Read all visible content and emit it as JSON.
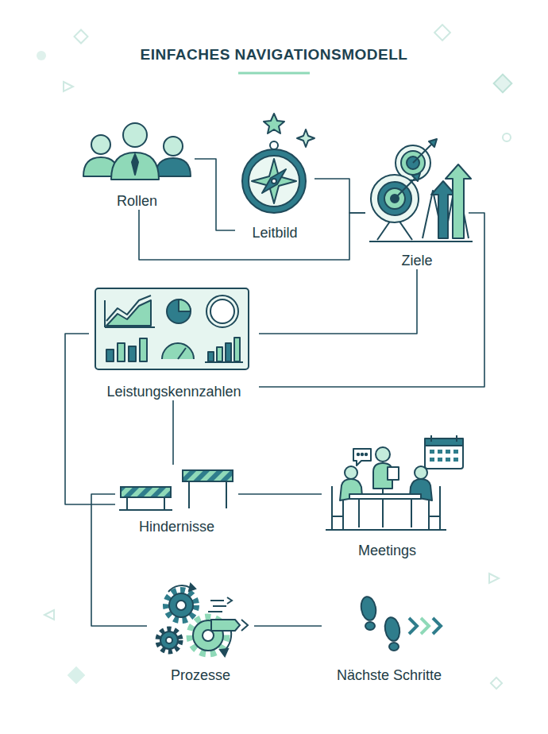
{
  "diagram": {
    "title": "EINFACHES NAVIGATIONSMODELL",
    "nodes": [
      {
        "text": [
          "Rollen"
        ]
      },
      {
        "text": [
          "Leitbild"
        ]
      },
      {
        "text": [
          "Ziele"
        ]
      },
      {
        "text": [
          "Leistungskennzahlen"
        ]
      },
      {
        "text": [
          "Hindernisse"
        ]
      },
      {
        "text": [
          "Meetings"
        ]
      },
      {
        "text": [
          "Prozesse"
        ]
      },
      {
        "text": [
          "Nächste Schritte"
        ]
      }
    ],
    "edges": [
      {
        "from": 0,
        "to": 1,
        "arrow": "none"
      },
      {
        "from": 0,
        "to": 2,
        "arrow": "none"
      },
      {
        "from": 1,
        "to": 2,
        "arrow": "none"
      },
      {
        "from": 2,
        "to": 3,
        "arrow": "none"
      },
      {
        "from": 2,
        "to": 3,
        "arrow": "none"
      },
      {
        "from": 3,
        "to": 4,
        "arrow": "none"
      },
      {
        "from": 3,
        "to": 4,
        "arrow": "none"
      },
      {
        "from": 4,
        "to": 5,
        "arrow": "none"
      },
      {
        "from": 4,
        "to": 6,
        "arrow": "none"
      },
      {
        "from": 6,
        "to": 7,
        "arrow": "none"
      }
    ]
  }
}
